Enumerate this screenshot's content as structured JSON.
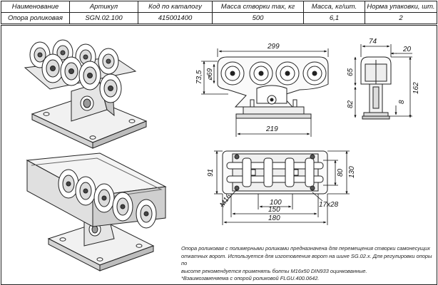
{
  "table": {
    "headers": [
      "Наименование",
      "Артикул",
      "Код по каталогу",
      "Масса створки max, кг",
      "Масса, кг/шт.",
      "Норма упаковки, шт."
    ],
    "row": [
      "Опора роликовая",
      "SGN.02.100",
      "415001400",
      "500",
      "6,1",
      "2"
    ]
  },
  "dimensions": {
    "front_view": {
      "width_top": "299",
      "width_base": "219",
      "height_total": "73,5",
      "roller_diameter": "⌀69"
    },
    "side_view": {
      "width_top": "74",
      "offset": "20",
      "height_upper": "65",
      "height_total": "162",
      "height_lower": "82",
      "plate_thickness": "8"
    },
    "plan_view": {
      "height_left": "91",
      "inner_height": "80",
      "outer_height": "130",
      "bolt": "M16",
      "hole_spacing": "100",
      "slot": "17x28",
      "inner_width": "150",
      "outer_width": "180"
    }
  },
  "description": {
    "line1": "Опора роликовая с полимерными роликами предназначена для перемещения створки самонесущих",
    "line2": "откатных ворот. Используется для изготовления ворот на шине SG.02.х. Для регулировки опоры по",
    "line3": "высоте рекомендуется применять болты М16х50 DIN933 оцинкованные.",
    "line4": "*Взаимозаменяема с опорой роликовой FLGU.400.0642."
  }
}
